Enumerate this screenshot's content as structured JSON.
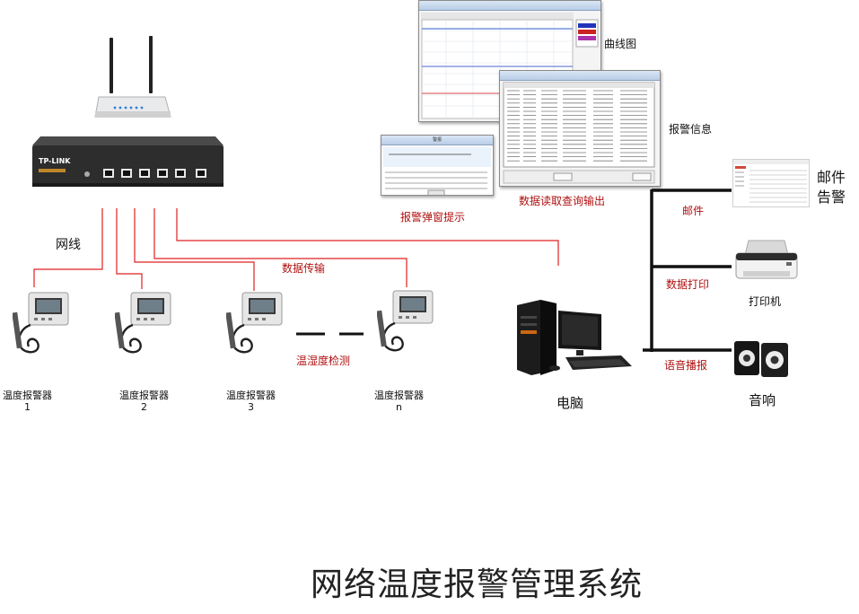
{
  "title": "网络温度报警管理系统",
  "labels": {
    "network_cable": "网线",
    "data_transfer": "数据传输",
    "temp_humidity_detect": "温湿度检测",
    "computer": "电脑",
    "curve_chart": "曲线图",
    "alarm_info": "报警信息",
    "popup_alarm": "报警弹窗提示",
    "data_query": "数据读取查询输出",
    "email_alarm_line1": "邮件",
    "email_alarm_line2": "告警",
    "email": "邮件",
    "data_print": "数据打印",
    "voice_broadcast": "语音播报",
    "printer": "打印机",
    "speaker": "音响"
  },
  "sensors": [
    {
      "name": "温度报警器",
      "id": "1"
    },
    {
      "name": "温度报警器",
      "id": "2"
    },
    {
      "name": "温度报警器",
      "id": "3"
    },
    {
      "name": "温度报警器",
      "id": "n"
    }
  ],
  "router_brand": "TP-LINK",
  "popup_window": {
    "title": "警报"
  },
  "colors": {
    "link_red": "#e02020",
    "label_red": "#b01010",
    "output_line": "#111111",
    "window_title": "#b9cde6"
  },
  "icons": {
    "router": "wifi-router-icon",
    "switch": "network-switch-icon",
    "sensor": "temperature-sensor-icon",
    "computer": "desktop-computer-icon",
    "email": "email-screenshot-icon",
    "printer": "printer-icon",
    "speaker": "speaker-icon"
  }
}
